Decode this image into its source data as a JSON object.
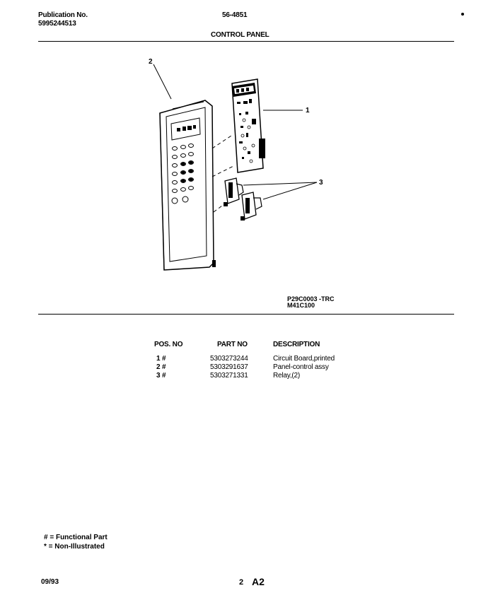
{
  "header": {
    "publication_label": "Publication No.",
    "publication_number": "5995244513",
    "model": "56-4851",
    "section_title": "CONTROL PANEL"
  },
  "diagram": {
    "callouts": [
      "1",
      "2",
      "3"
    ],
    "drawing_code": "P29C0003 -TRC",
    "model_code": "M41C100"
  },
  "parts_table": {
    "headers": {
      "pos": "POS. NO",
      "part": "PART NO",
      "desc": "DESCRIPTION"
    },
    "rows": [
      {
        "pos": "1 #",
        "part": "5303273244",
        "desc": "Circuit Board,printed"
      },
      {
        "pos": "2 #",
        "part": "5303291637",
        "desc": "Panel-control assy"
      },
      {
        "pos": "3 #",
        "part": "5303271331",
        "desc": "Relay,(2)"
      }
    ]
  },
  "legend": {
    "functional": "# = Functional Part",
    "non_illustrated": "* = Non-Illustrated"
  },
  "footer": {
    "date": "09/93",
    "page": "2",
    "code": "A2"
  }
}
